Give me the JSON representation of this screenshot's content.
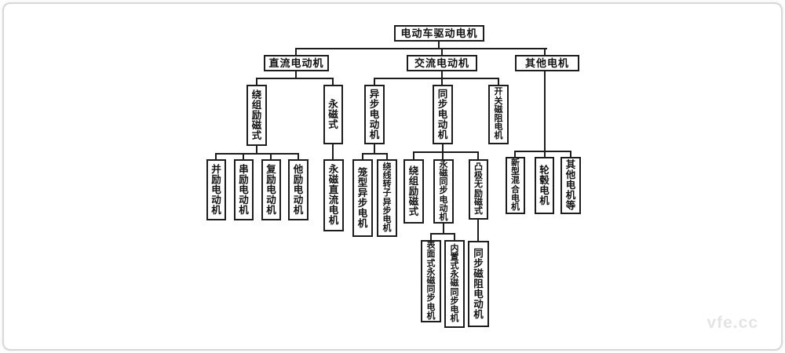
{
  "tree": {
    "label": "电动车驱动电机",
    "children": [
      {
        "label": "直流电动机",
        "children": [
          {
            "label": "绕组励磁式",
            "children": [
              {
                "label": "并励电动机"
              },
              {
                "label": "串励电动机"
              },
              {
                "label": "复励电动机"
              },
              {
                "label": "他励电动机"
              }
            ]
          },
          {
            "label": "永磁式",
            "children": [
              {
                "label": "永磁直流电机"
              }
            ]
          }
        ]
      },
      {
        "label": "交流电动机",
        "children": [
          {
            "label": "异步电动机",
            "children": [
              {
                "label": "笼型异步电机"
              },
              {
                "label": "绕线转子异步电机"
              }
            ]
          },
          {
            "label": "同步电动机",
            "children": [
              {
                "label": "绕组励磁式"
              },
              {
                "label": "永磁同步电动机",
                "children": [
                  {
                    "label": "表面式永磁同步电机"
                  },
                  {
                    "label": "内置式永磁同步电机"
                  }
                ]
              },
              {
                "label": "凸极无励磁式",
                "children": [
                  {
                    "label": "同步磁阻电动机"
                  }
                ]
              }
            ]
          },
          {
            "label": "开关磁阻电机"
          }
        ]
      },
      {
        "label": "其他电机",
        "children": [
          {
            "label": "新型混合电机"
          },
          {
            "label": "轮毂电机"
          },
          {
            "label": "其他电机等"
          }
        ]
      }
    ]
  },
  "watermark": "vfe.cc",
  "colors": {
    "line": "#1d1d1d",
    "box_border": "#1d1d1d",
    "frame": "#d7d7d7",
    "watermark": "#e4e4e4"
  }
}
